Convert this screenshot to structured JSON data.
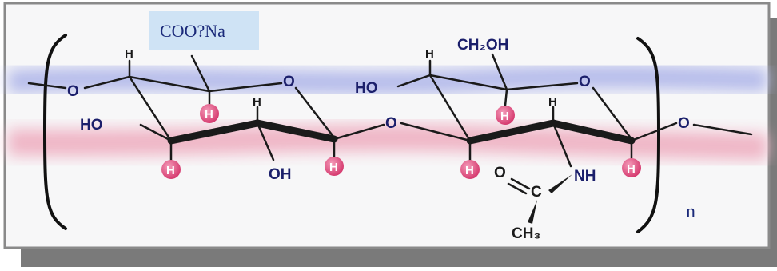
{
  "diagram": {
    "substituent_box": {
      "text": "COO?Na",
      "fill": "#cfe3f5"
    },
    "labels": {
      "ring1_top_h": "H",
      "ring1_o": "O",
      "ring1_ho": "HO",
      "ring1_mid_h": "H",
      "ring1_oh": "OH",
      "linker_left_o": "O",
      "linker_mid_o": "O",
      "linker_right_o": "O",
      "ring2_top_h": "H",
      "ring2_ch2oh": "CH₂OH",
      "ring2_o": "O",
      "ring2_ho": "HO",
      "ring2_mid_h": "H",
      "amide_o": "O",
      "amide_c": "C",
      "amide_nh": "NH",
      "amide_ch3": "CH₃",
      "repeat_n": "n"
    },
    "h_circle": {
      "text": "H",
      "color": "#e0457a"
    },
    "colors": {
      "frame_border": "#8a8a8a",
      "shadow": "#7a7a7a",
      "blue_band": "#b3b9ea",
      "pink_band": "#efb3c4",
      "text_blue": "#1b1f6b"
    }
  }
}
